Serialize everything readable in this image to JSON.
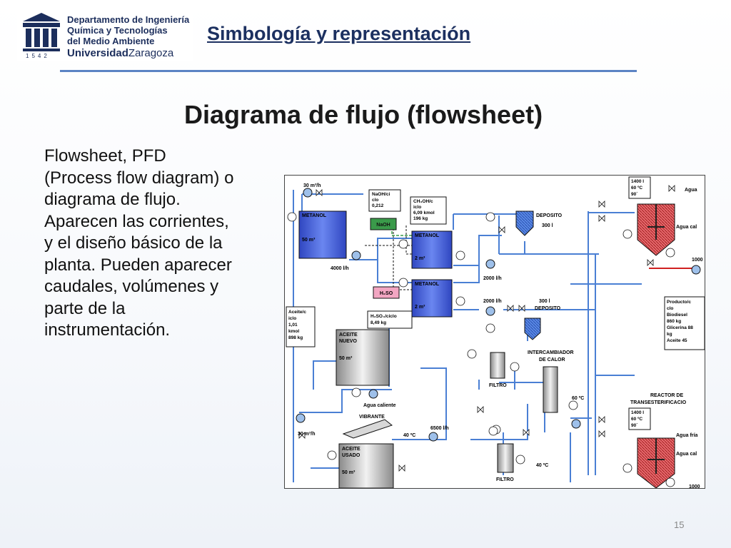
{
  "logo": {
    "line1": "Departamento de Ingeniería",
    "line2": "Química y Tecnologías",
    "line3": "del Medio Ambiente",
    "uni_bold": "Universidad",
    "uni_rest": "Zaragoza",
    "year": "1542"
  },
  "header": {
    "section_title": "Simbología y representación"
  },
  "slide": {
    "title": "Diagrama de flujo (flowsheet)",
    "body": "Flowsheet, PFD (Process flow diagram) o diagrama de flujo. Aparecen las corrientes, y el diseño básico de la planta. Pueden aparecer caudales, volúmenes y parte de la instrumentación.",
    "page_number": "15"
  },
  "diagram": {
    "colors": {
      "tank_blue": "#3f5bd6",
      "reactor_red": "#e0484e",
      "pipe_blue": "#4a7fd4",
      "pipe_red": "#d02020",
      "naoh_green": "#3a9a4a",
      "h2so4_pink": "#f2a6c2"
    },
    "tanks": {
      "metanol_1": {
        "name": "METANOL",
        "vol": "50 m³"
      },
      "metanol_2": {
        "name": "METANOL",
        "vol": "2 m³"
      },
      "metanol_3": {
        "name": "METANOL",
        "vol": "2 m³"
      },
      "aceite_nuevo": {
        "name1": "ACEITE",
        "name2": "NUEVO",
        "vol": "50 m³"
      },
      "aceite_usado": {
        "name1": "ACEITE",
        "name2": "USADO",
        "vol": "50 m³"
      }
    },
    "deposito_top": {
      "name": "DEPOSITO",
      "vol": "300 l"
    },
    "deposito_mid": {
      "vol": "300 l",
      "name": "DEPOSITO"
    },
    "boxes": {
      "naoh_cycle": [
        "NaOH/ci",
        "clo",
        "0,212"
      ],
      "ch3oh_cycle": [
        "CH₃OH/c",
        "iclo",
        "6,09 kmol",
        "196 kg"
      ],
      "h2so4_cycle": [
        "H₂SO₄/ciclo",
        "8,49 kg"
      ],
      "aceite_cycle": [
        "Aceite/c",
        "iclo",
        "1,01",
        "kmol",
        "898 kg"
      ],
      "reactor_top_specs": [
        "1400 l",
        "60 ºC",
        "90´"
      ],
      "reactor_bot_specs": [
        "1400 l",
        "60 ºC",
        "90´"
      ],
      "producto": [
        "Producto/c",
        "clo",
        "Biodiesel",
        "860 kg",
        "Glicerina 88",
        "kg",
        "Aceite 45"
      ]
    },
    "labels": {
      "naoh": "NaOH",
      "h2so4": "H₂SO",
      "flow_30_top": "30 m³/h",
      "flow_4000": "4000 l/h",
      "flow_2000_a": "2000 l/h",
      "flow_2000_b": "2000 l/h",
      "flow_30_bottom": "30 m³/h",
      "flow_6500": "6500 l/h",
      "intercambiador_1": "INTERCAMBIADOR",
      "intercambiador_2": "DE CALOR",
      "filtro_1": "FILTRO",
      "filtro_2": "FILTRO",
      "agua_caliente": "Agua caliente",
      "vibrante": "VIBRANTE",
      "temp_40_a": "40 ºC",
      "temp_40_b": "40 ºC",
      "temp_60": "60 ºC",
      "reactor_1": "REACTOR DE",
      "reactor_2": "TRANSESTERIFICACIO",
      "agua_top": "Agua",
      "agua_cal_top": "Agua cal",
      "agua_fria_bot": "Agua fría",
      "agua_cal_bot": "Agua cal",
      "num_1000_a": "1000",
      "num_1000_b": "1000"
    }
  }
}
